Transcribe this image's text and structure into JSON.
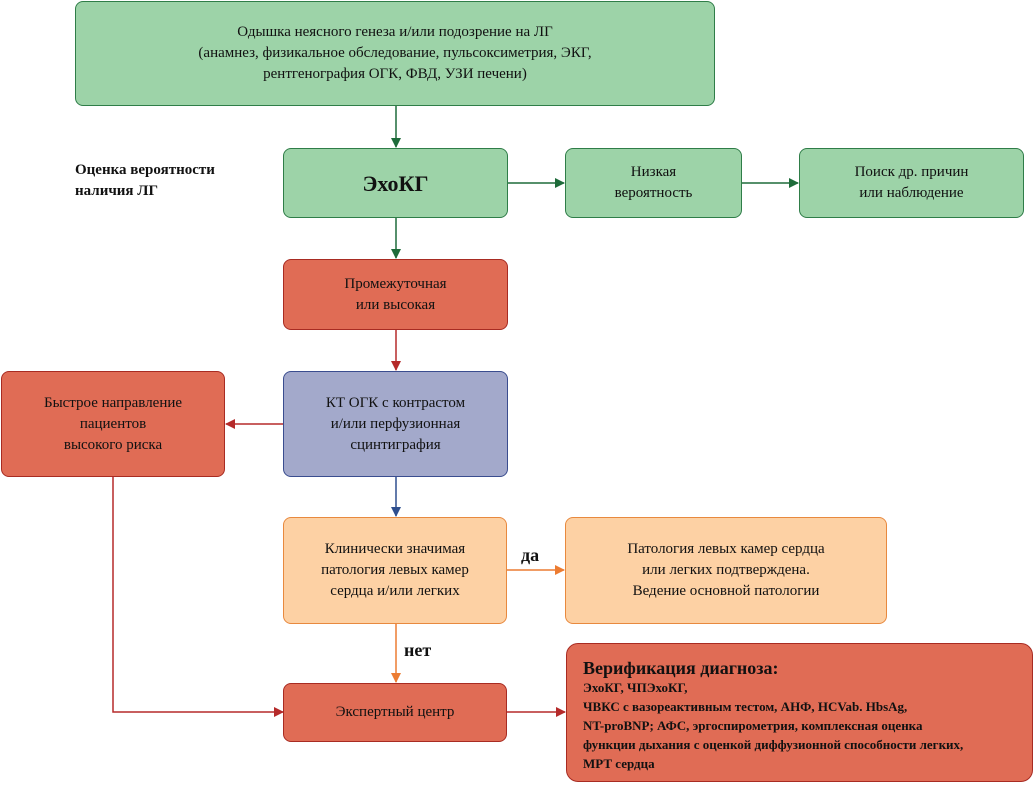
{
  "diagram": {
    "nodes": {
      "start": "Одышка неясного генеза и/или подозрение на ЛГ\n(анамнез, физикальное обследование, пульсоксиметрия, ЭКГ,\nрентгенография ОГК, ФВД, УЗИ печени)",
      "echo": "ЭхоКГ",
      "low": "Низкая\nвероятность",
      "search": "Поиск др. причин\nили наблюдение",
      "inter": "Промежуточная\nили высокая",
      "ct": "КТ ОГК с контрастом\nи/или перфузионная\nсцинтиграфия",
      "fast": "Быстрое направление\nпациентов\nвысокого риска",
      "clinical": "Клинически значимая\nпатология левых камер\nсердца и/или легких",
      "confirmed": "Патология левых камер сердца\nили легких подтверждена.\nВедение основной патологии",
      "expert": "Экспертный центр"
    },
    "side_label": "Оценка вероятности\nналичия ЛГ",
    "edge_labels": {
      "yes": "да",
      "no": "нет"
    },
    "verification": {
      "title": "Верификация диагноза:",
      "body": "ЭхоКГ, ЧПЭхоКГ,\nЧВКС с вазореактивным тестом, АНФ, HCVab. HbsAg,\nNT-proBNP; АФС, эргоспирометрия, комплексная оценка\nфункции дыхания с оценкой диффузионной способности легких,\nМРТ сердца"
    },
    "colors": {
      "green_fill": "#9dd3a8",
      "green_border": "#2f7d48",
      "red_fill": "#e06c55",
      "red_border": "#a82b22",
      "blue_fill": "#a3a9cb",
      "blue_border": "#3a4d8f",
      "peach_fill": "#fdd1a4",
      "peach_border": "#e8893e"
    }
  }
}
